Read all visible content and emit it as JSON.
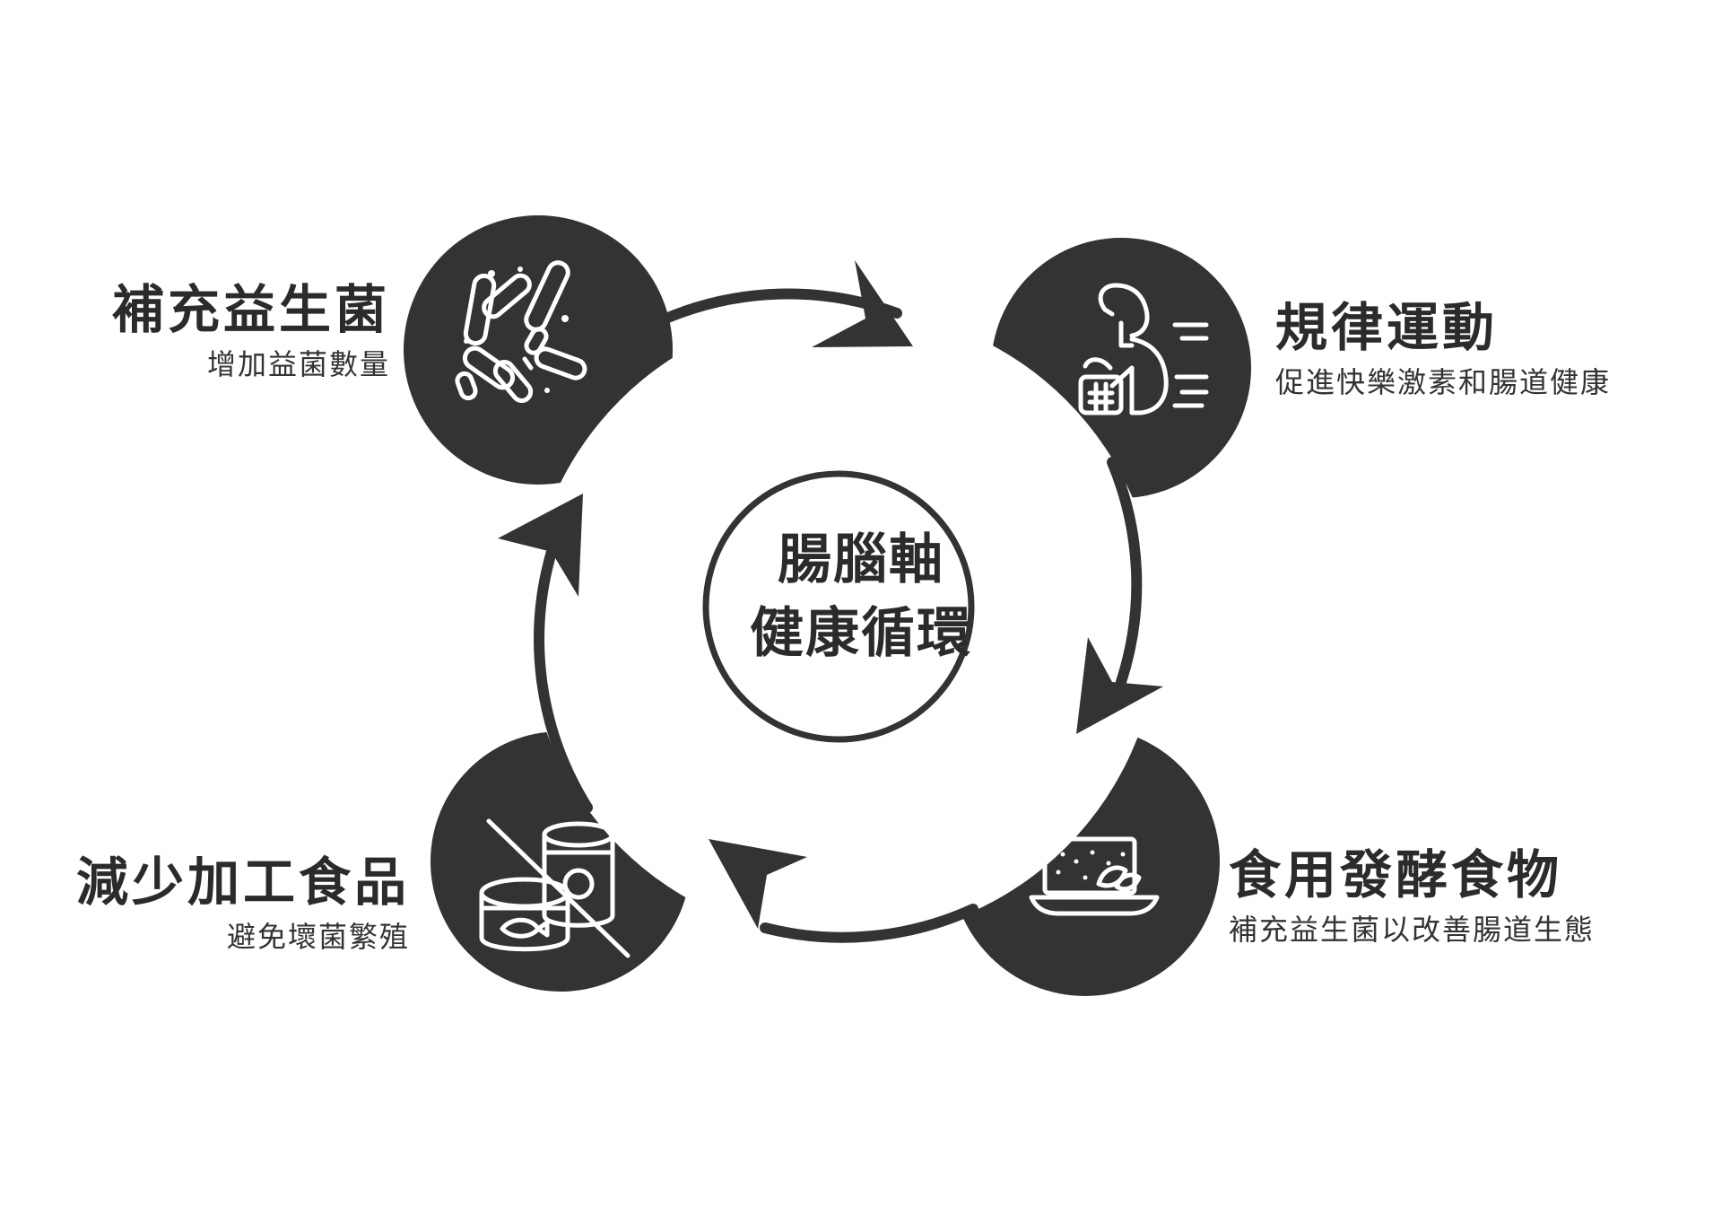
{
  "center": {
    "line1": "腸腦軸",
    "line2": "健康循環"
  },
  "nodes": {
    "top_left": {
      "title": "補充益生菌",
      "subtitle": "增加益菌數量",
      "icon": "bacteria-icon"
    },
    "top_right": {
      "title": "規律運動",
      "subtitle": "促進快樂激素和腸道健康",
      "icon": "exercise-person-icon"
    },
    "bottom_left": {
      "title": "減少加工食品",
      "subtitle": "避免壞菌繁殖",
      "icon": "no-canned-food-icon"
    },
    "bottom_right": {
      "title": "食用發酵食物",
      "subtitle": "補充益生菌以改善腸道生態",
      "icon": "fermented-food-icon"
    }
  },
  "colors": {
    "dark": "#333333",
    "background": "#ffffff"
  }
}
